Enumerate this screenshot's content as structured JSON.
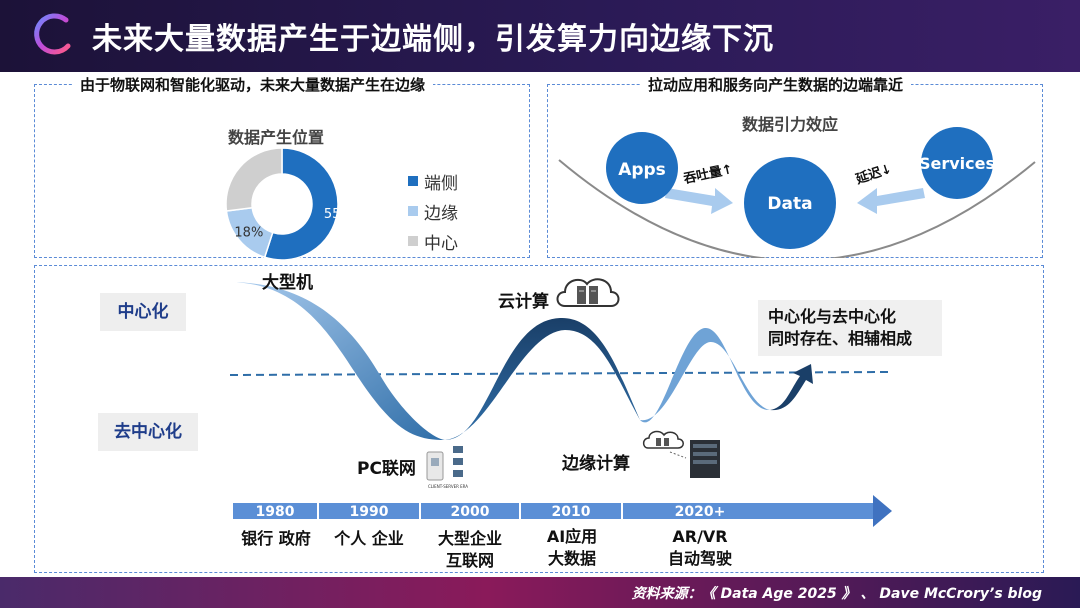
{
  "header": {
    "title": "未来大量数据产生于边端侧，引发算力向边缘下沉"
  },
  "left_panel": {
    "title": "由于物联网和智能化驱动，未来大量数据产生在边缘",
    "donut_title": "数据产生位置",
    "legend": [
      {
        "label": "端侧",
        "color": "#1f6fbf"
      },
      {
        "label": "边缘",
        "color": "#a9cbee"
      },
      {
        "label": "中心",
        "color": "#cfcfcf"
      }
    ]
  },
  "chart_data": {
    "type": "pie",
    "title": "数据产生位置",
    "categories": [
      "端侧",
      "边缘",
      "中心"
    ],
    "values": [
      55,
      18,
      27
    ],
    "data_labels": [
      "55%",
      "18%",
      ""
    ],
    "colors": [
      "#1f6fbf",
      "#a9cbee",
      "#cfcfcf"
    ],
    "legend_position": "right"
  },
  "right_panel": {
    "title": "拉动应用和服务向产生数据的边端靠近",
    "subtitle": "数据引力效应",
    "nodes": {
      "apps": "Apps",
      "data": "Data",
      "services": "Services"
    },
    "arrow_labels": {
      "left": "吞吐量↑",
      "right": "延迟↓"
    },
    "node_color": "#1f6fbf"
  },
  "bottom_panel": {
    "axis_labels": {
      "centralized": "中心化",
      "decentralized": "去中心化"
    },
    "stages": {
      "mainframe": "大型机",
      "cloud": "云计算",
      "pc": "PC联网",
      "client_server": "CLIENT-SERVER ERA",
      "edge": "边缘计算"
    },
    "callout": {
      "line1": "中心化与去中心化",
      "line2": "同时存在、相辅相成"
    },
    "timeline": [
      {
        "year": "1980",
        "line1": "银行 政府",
        "line2": ""
      },
      {
        "year": "1990",
        "line1": "个人 企业",
        "line2": ""
      },
      {
        "year": "2000",
        "line1": "大型企业",
        "line2": "互联网"
      },
      {
        "year": "2010",
        "line1": "AI应用",
        "line2": "大数据"
      },
      {
        "year": "2020+",
        "line1": "AR/VR",
        "line2": "自动驾驶"
      }
    ]
  },
  "footer": {
    "source": "资料来源：《 Data Age 2025 》 、 Dave McCrory’s blog"
  }
}
